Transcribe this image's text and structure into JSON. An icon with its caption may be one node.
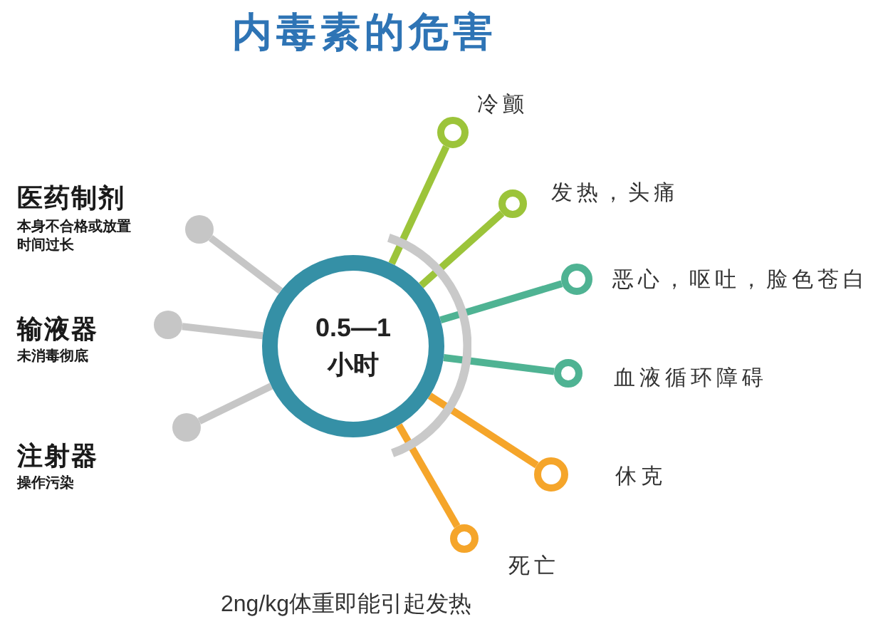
{
  "diagram": {
    "title": "内毒素的危害",
    "caption": "2ng/kg体重即能引起发热",
    "nodes": [
      {
        "text": [],
        "shape": "circle",
        "beside": [
          "医药制剂",
          "本身不合格或放置时间过长"
        ]
      },
      {
        "text": [],
        "shape": "circle",
        "beside": [
          "输液器",
          "未消毒彻底"
        ]
      },
      {
        "text": [],
        "shape": "circle",
        "beside": [
          "注射器",
          "操作污染"
        ]
      },
      {
        "text": [
          "0.5—1 小时"
        ]
      },
      {
        "text": [],
        "shape": "circle",
        "beside": [
          "冷颤"
        ]
      },
      {
        "text": [],
        "shape": "circle",
        "beside": [
          "发热，头痛"
        ]
      },
      {
        "text": [],
        "shape": "circle",
        "beside": [
          "恶心，呕吐，脸色苍白"
        ]
      },
      {
        "text": [],
        "shape": "circle",
        "beside": [
          "血液循环障碍"
        ]
      },
      {
        "text": [],
        "shape": "circle",
        "beside": [
          "休克"
        ]
      },
      {
        "text": [],
        "shape": "circle",
        "beside": [
          "死亡"
        ]
      },
      {
        "text": [],
        "shape": "arc"
      }
    ],
    "edges": [
      {
        "from": 0,
        "to": 3,
        "arrow": "none"
      },
      {
        "from": 1,
        "to": 3,
        "arrow": "none"
      },
      {
        "from": 2,
        "to": 3,
        "arrow": "none"
      },
      {
        "from": 3,
        "to": 4,
        "arrow": "none",
        "color": "#9cc43a"
      },
      {
        "from": 3,
        "to": 5,
        "arrow": "none",
        "color": "#9cc43a"
      },
      {
        "from": 3,
        "to": 6,
        "arrow": "none",
        "color": "#4fb393"
      },
      {
        "from": 3,
        "to": 7,
        "arrow": "none",
        "color": "#4fb393"
      },
      {
        "from": 3,
        "to": 8,
        "arrow": "none",
        "color": "#f5a52a"
      },
      {
        "from": 3,
        "to": 9,
        "arrow": "none",
        "color": "#f5a52a"
      }
    ]
  }
}
